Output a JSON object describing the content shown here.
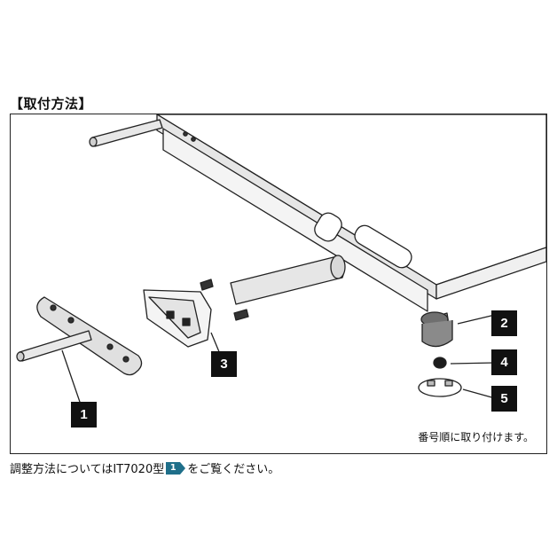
{
  "section_heading": "【取付方法】",
  "callouts": [
    "1",
    "2",
    "3",
    "4",
    "5"
  ],
  "order_note": "番号順に取り付けます。",
  "footnote": {
    "before": "調整方法については",
    "model": "IT7020型",
    "ref_number": "1",
    "after": "をご覧ください。"
  },
  "colors": {
    "ref_badge": "#1f6f8a",
    "callout_bg": "#111111"
  }
}
